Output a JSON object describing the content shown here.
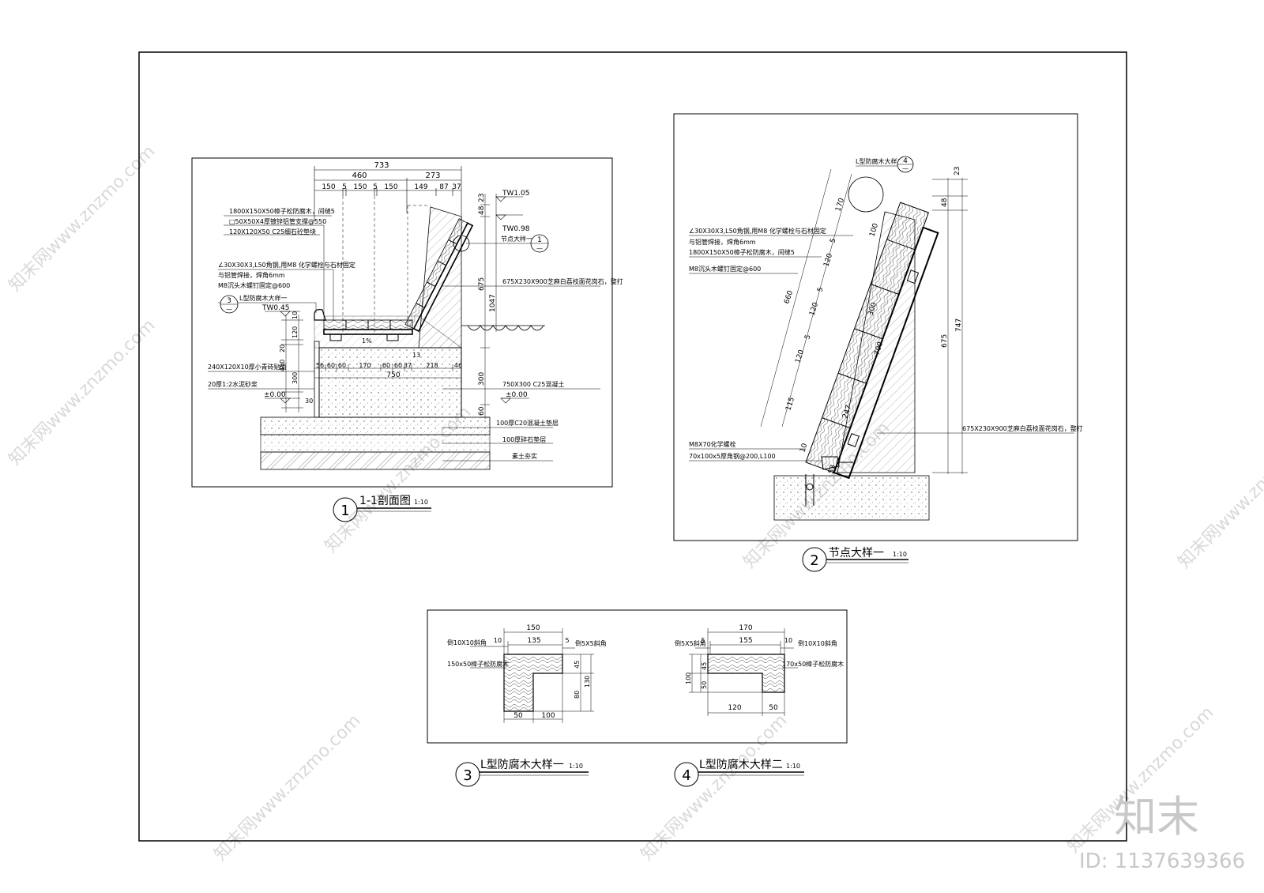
{
  "sheet": {
    "watermark_text": "知末网www.znzmo.com",
    "logo_text": "知末",
    "id_text": "ID: 1137639366"
  },
  "section_1_1": {
    "title": "1-1剖面图",
    "scale": "1:10",
    "number": "1",
    "dims_top": {
      "total": "733",
      "left": "460",
      "right": "273",
      "segments": [
        "150",
        "5",
        "150",
        "5",
        "150",
        "149",
        "87",
        "37"
      ]
    },
    "dims_bottom": {
      "segments": [
        "56",
        "60",
        "60",
        "170",
        "60",
        "60",
        "37",
        "218",
        "46"
      ],
      "total": "750"
    },
    "dims_left": [
      "10",
      "120",
      "20",
      "450",
      "300",
      "30"
    ],
    "dims_right": [
      "23",
      "48",
      "675",
      "1047",
      "300",
      "60"
    ],
    "levels": [
      "TW1.05",
      "TW0.98",
      "TW0.45",
      "±0.00",
      "±0.00"
    ],
    "slope": "1%",
    "small_dim": "13",
    "callouts_left": [
      "1800X150X50樟子松防腐木，间缝5",
      "□50X50X4厚镀锌铝管支撑@550",
      "120X120X50  C25细石砼垫块",
      "∠30X30X3,L50角钢,用M8  化学螺栓与石材固定",
      "与铝管焊接，焊角6mm",
      "M8沉头木螺钉固定@600",
      "L型防腐木大样一",
      "240X120X10厚小青砖贴面",
      "20厚1:2水泥砂浆"
    ],
    "detail_ref_left": {
      "num": "3",
      "sub": "—"
    },
    "callouts_right": [
      "节点大样一",
      "675X230X900芝麻白荔枝面花岗石，整打",
      "750X300  C25混凝土",
      "100厚C20混凝土垫层",
      "100厚碎石垫层",
      "素土夯实"
    ],
    "detail_ref_right": {
      "num": "1",
      "sub": "—"
    }
  },
  "node_detail_1": {
    "title": "节点大样一",
    "scale": "1:10",
    "number": "2",
    "ref_label": "L型防腐木大样二",
    "ref_num": "4",
    "ref_sub": "—",
    "callouts": [
      "∠30X30X3,L50角钢,用M8  化学螺栓与石材固定",
      "与铝管焊接，焊角6mm",
      "1800X150X50樟子松防腐木，间缝5",
      "M8沉头木螺钉固定@600",
      "M8X70化学螺栓",
      "70x100x5厚角钢@200,L100",
      "675X230X900芝麻白荔枝面花岗石，整打"
    ],
    "dims_slope": [
      "170",
      "5",
      "120",
      "5",
      "120",
      "5",
      "120",
      "115",
      "660"
    ],
    "dims_inner": [
      "100",
      "300",
      "700",
      "247",
      "53",
      "10"
    ],
    "dims_right": [
      "23",
      "48",
      "675",
      "747"
    ]
  },
  "l_detail_1": {
    "title": "L型防腐木大样一",
    "scale": "1:10",
    "number": "3",
    "dims_top": [
      "150",
      "10",
      "135",
      "5"
    ],
    "dims_bottom": [
      "50",
      "100"
    ],
    "dims_right": [
      "45",
      "80",
      "130"
    ],
    "callouts": [
      "倒10X10斜角",
      "倒5X5斜角",
      "150x50樟子松防腐木"
    ]
  },
  "l_detail_2": {
    "title": "L型防腐木大样二",
    "scale": "1:10",
    "number": "4",
    "dims_top": [
      "170",
      "5",
      "155",
      "10"
    ],
    "dims_bottom": [
      "120",
      "50"
    ],
    "dims_left": [
      "45",
      "100",
      "50"
    ],
    "callouts": [
      "倒5X5斜角",
      "倒10X10斜角",
      "170x50樟子松防腐木"
    ]
  }
}
